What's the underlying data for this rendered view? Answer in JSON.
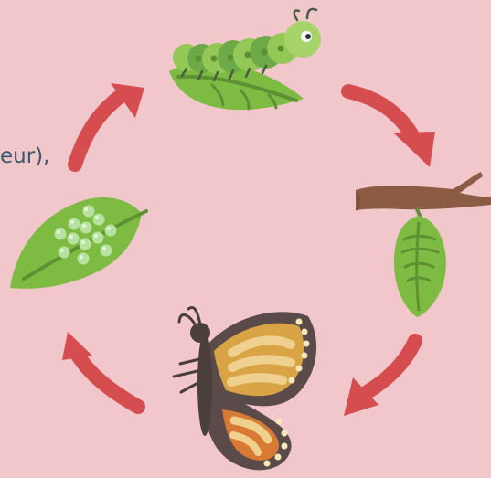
{
  "background_color": "#F1C7CC",
  "text_fragment": "eur),",
  "colors": {
    "arrow": "#D64D4F",
    "leaf_green": "#7EBB43",
    "leaf_dark": "#5F9134",
    "caterpillar_green": "#93C857",
    "caterpillar_dark": "#5D8F35",
    "egg_green": "#B8E29F",
    "branch_brown": "#8B5C43",
    "chrysalis_green": "#7EBB43",
    "butterfly_orange": "#D9A445",
    "butterfly_light": "#F0D08E",
    "butterfly_body": "#4B3F3A",
    "butterfly_outline": "#5A4A4A",
    "text_blue": "#355A6A"
  },
  "diagram": {
    "stages": [
      {
        "id": "caterpillar",
        "icon": "caterpillar-icon"
      },
      {
        "id": "chrysalis",
        "icon": "chrysalis-icon"
      },
      {
        "id": "butterfly",
        "icon": "butterfly-icon"
      },
      {
        "id": "eggs",
        "icon": "egg-leaf-icon"
      }
    ],
    "arrows": [
      "arrow-to-chrysalis",
      "arrow-to-butterfly",
      "arrow-to-eggs",
      "arrow-to-caterpillar"
    ]
  }
}
